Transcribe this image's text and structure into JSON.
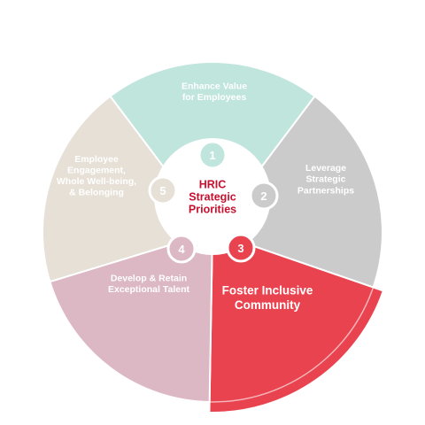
{
  "center": {
    "title_lines": [
      "HRIC",
      "Strategic",
      "Priorities"
    ],
    "color": "#c8102e"
  },
  "segments": [
    {
      "number": "1",
      "label_lines": [
        "Enhance Value",
        "for Employees"
      ],
      "fill": "#bfe5dd",
      "text_color": "#ffffff",
      "badge_fill": "#bfe5dd",
      "badge_text": "#ffffff",
      "highlight": false
    },
    {
      "number": "2",
      "label_lines": [
        "Leverage",
        "Strategic",
        "Partnerships"
      ],
      "fill": "#cccbcb",
      "text_color": "#ffffff",
      "badge_fill": "#cccbcb",
      "badge_text": "#ffffff",
      "highlight": false
    },
    {
      "number": "3",
      "label_lines": [
        "Foster Inclusive",
        "Community"
      ],
      "fill": "#e8434f",
      "text_color": "#ffffff",
      "badge_fill": "#e8434f",
      "badge_text": "#ffffff",
      "highlight": true
    },
    {
      "number": "4",
      "label_lines": [
        "Develop & Retain",
        "Exceptional Talent"
      ],
      "fill": "#dcb7c4",
      "text_color": "#ffffff",
      "badge_fill": "#dcb7c4",
      "badge_text": "#ffffff",
      "highlight": false
    },
    {
      "number": "5",
      "label_lines": [
        "Employee",
        "Engagement,",
        "Whole Well-being,",
        "& Belonging"
      ],
      "fill": "#e6e0d6",
      "text_color": "#ffffff",
      "badge_fill": "#e6e0d6",
      "badge_text": "#ffffff",
      "highlight": false
    }
  ]
}
